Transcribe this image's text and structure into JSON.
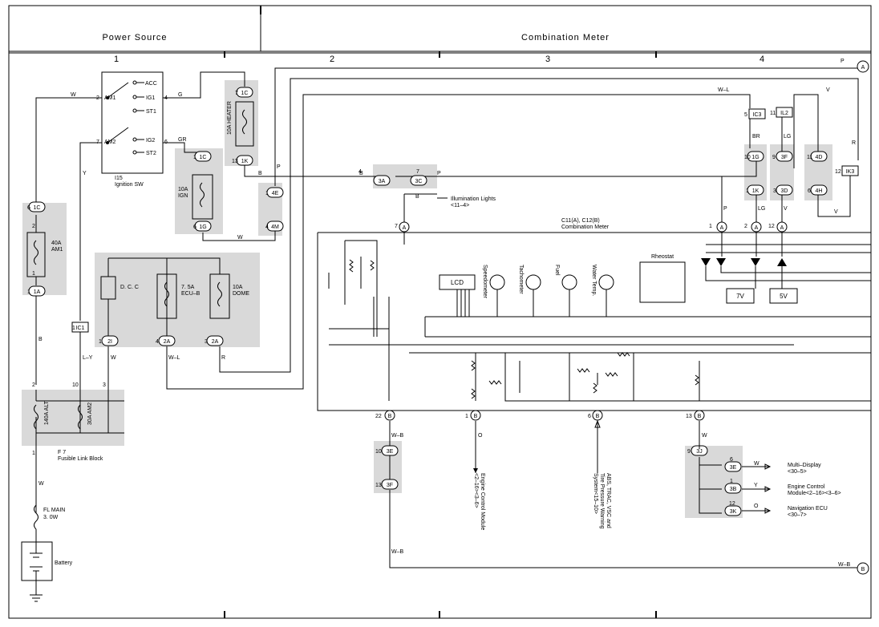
{
  "headers": {
    "power_source": "Power Source",
    "combination_meter": "Combination Meter"
  },
  "columns": [
    "1",
    "2",
    "3",
    "4"
  ],
  "switch": {
    "name": "I15",
    "title": "Ignition SW",
    "terms": [
      "ACC",
      "IG1",
      "ST1",
      "IG2",
      "ST2",
      "AM1",
      "AM2"
    ],
    "pins": [
      "2",
      "4",
      "7",
      "6"
    ]
  },
  "fuses": {
    "am1": [
      "40A",
      "AM1"
    ],
    "heater": "10A HEATER",
    "ign": [
      "10A",
      "IGN"
    ],
    "dcc": "D. C. C",
    "ecub": [
      "7. 5A",
      "ECU–B"
    ],
    "dome": [
      "10A",
      "DOME"
    ],
    "alt": "140A ALT",
    "am2": "30A AM2",
    "flmain": [
      "FL MAIN",
      "3. 0W"
    ]
  },
  "block": {
    "name": "F 7",
    "title": "Fusible Link Block",
    "pins": [
      "2",
      "10",
      "3",
      "1"
    ]
  },
  "battery": "Battery",
  "connectors": {
    "c1C_a": "1C",
    "c1A": "1A",
    "c1C_b": "1C",
    "c1K_a": "1K",
    "c1C_c": "1C",
    "c1G_a": "1G",
    "c4E": "4E",
    "c4M": "4M",
    "c3A": "3A",
    "c3C": "3C",
    "cIC1": "IC1",
    "c2I": "2I",
    "c2A_a": "2A",
    "c2A_b": "2A",
    "cIC3": "IC3",
    "cIL2": "IL2",
    "c1G_b": "1G",
    "c1K_b": "1K",
    "c3F_a": "3F",
    "c3D": "3D",
    "c4D": "4D",
    "c4H": "4H",
    "cIK3": "IK3",
    "cA": "A",
    "cB": "B",
    "c3E_a": "3E",
    "c3F_b": "3F",
    "c3J": "3J",
    "c3E_b": "3E",
    "c3B": "3B",
    "c3K": "3K"
  },
  "pins": {
    "p6": "6",
    "p2a": "2",
    "p1a": "1",
    "p1b": "1",
    "p7a": "7",
    "p13a": "13",
    "p1c": "1",
    "p6b": "6",
    "p1d": "1",
    "p4a": "4",
    "p4b": "4",
    "p7b": "7",
    "p1e": "1",
    "p1f": "1",
    "p4c": "4",
    "p3a": "3",
    "p5": "5",
    "p11": "11",
    "p10a": "10",
    "p1g": "1",
    "p9a": "9",
    "p3b": "3",
    "p11b": "11",
    "p6c": "6",
    "p12a": "12",
    "m7": "7",
    "m1": "1",
    "m2": "2",
    "m12": "12",
    "m22": "22",
    "m1b": "1",
    "m6": "6",
    "m13": "13",
    "p10b": "10",
    "p13b": "13",
    "p9b": "9",
    "p6d": "6",
    "p1h": "1",
    "p12b": "12"
  },
  "wires": {
    "W": "W",
    "G": "G",
    "GR": "GR",
    "Y": "Y",
    "B": "B",
    "P": "P",
    "WL": "W–L",
    "V": "V",
    "LG": "LG",
    "BR": "BR",
    "R": "R",
    "LY": "L–Y",
    "WB": "W–B",
    "O": "O"
  },
  "meter": {
    "name": "C11(A), C12(B)",
    "title": "Combination Meter",
    "lcd": "LCD",
    "gauges": [
      "Speedometer",
      "Tachometer",
      "Fuel",
      "Water Temp."
    ],
    "rheostat": "Rheostat",
    "reg7": "7V",
    "reg5": "5V"
  },
  "illum": [
    "Illumination Lights",
    "<11–4>"
  ],
  "outputs": {
    "ecm": [
      "Engine Control Module",
      "<2–16><3–6>"
    ],
    "abs": [
      "ABS, TRAC, VSC and",
      "Tire Pressure Warning",
      "System<15–10>"
    ],
    "md": [
      "Multi–Display",
      "<30–5>"
    ],
    "ecm2": [
      "Engine Control",
      "Module<2–16><3–6>"
    ],
    "nav": [
      "Navigation ECU",
      "<30–7>"
    ]
  },
  "refs": {
    "A": "A",
    "B": "B"
  }
}
